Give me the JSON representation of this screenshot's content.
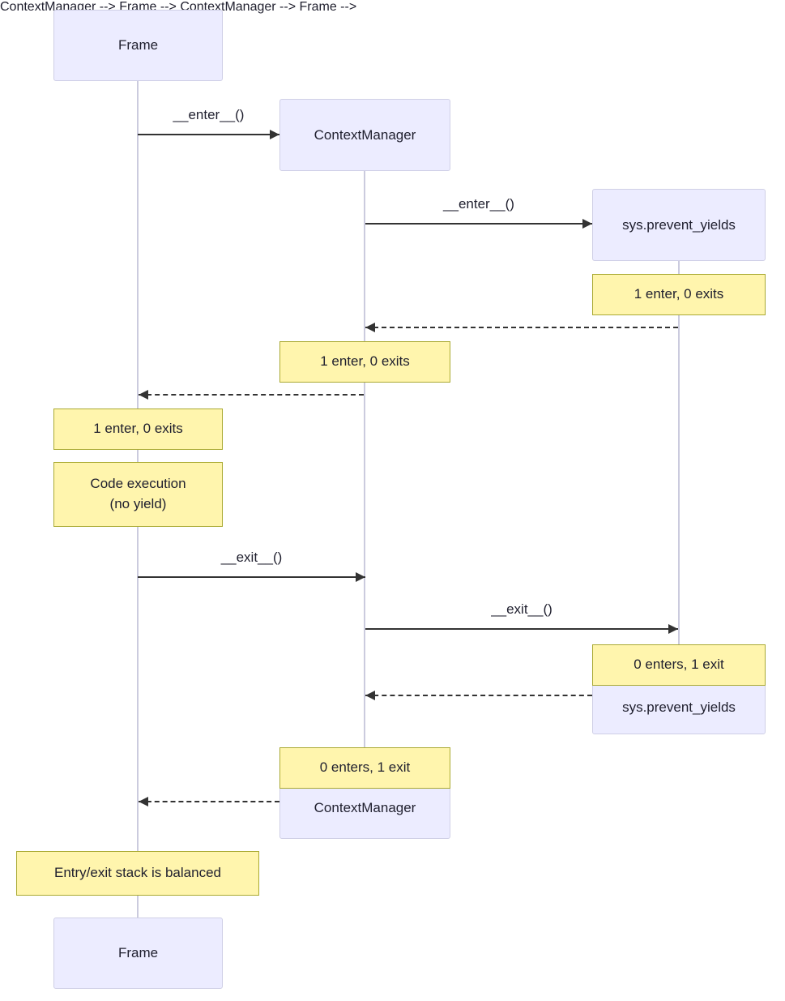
{
  "actors": {
    "frame": {
      "label": "Frame"
    },
    "contextmanager": {
      "label": "ContextManager"
    },
    "sys_prevent_yields": {
      "label": "sys.prevent_yields"
    }
  },
  "messages": {
    "enter_frame_to_cm": "__enter__()",
    "enter_cm_to_spy": "__enter__()",
    "exit_frame_to_cm": "__exit__()",
    "exit_cm_to_spy": "__exit__()"
  },
  "notes": {
    "spy_after_enter": "1 enter, 0 exits",
    "cm_after_enter": "1 enter, 0 exits",
    "frame_after_enter": "1 enter, 0 exits",
    "code_execution": "Code execution\n(no yield)",
    "spy_after_exit": "0 enters, 1 exit",
    "cm_after_exit": "0 enters, 1 exit",
    "frame_balanced": "Entry/exit stack is balanced"
  },
  "colors": {
    "actor_fill": "#ECECFF",
    "actor_border": "#CFCFE6",
    "note_fill": "#FFF5AD",
    "note_border": "#AAAA33",
    "arrow": "#333333",
    "lifeline": "#CBCBDE",
    "text": "#1F1F2E"
  }
}
